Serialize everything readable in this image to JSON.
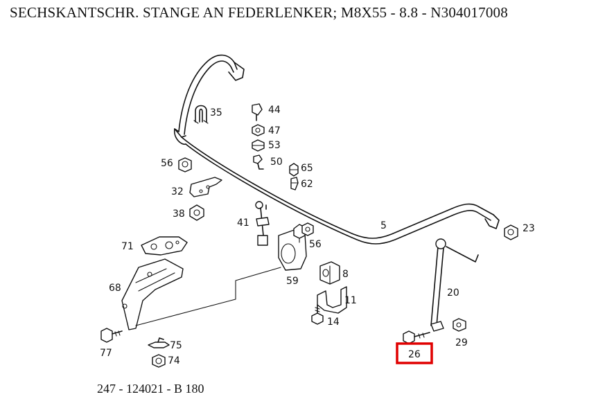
{
  "title": "SECHSKANTSCHR. STANGE AN FEDERLENKER; M8X55 - 8.8 - N304017008",
  "footer": "247 - 124021 - B 180",
  "highlight_color": "#e00000",
  "highlighted_part": "26",
  "parts": [
    {
      "id": "p35",
      "label": "35"
    },
    {
      "id": "p44",
      "label": "44"
    },
    {
      "id": "p47",
      "label": "47"
    },
    {
      "id": "p53",
      "label": "53"
    },
    {
      "id": "p56a",
      "label": "56"
    },
    {
      "id": "p50",
      "label": "50"
    },
    {
      "id": "p65",
      "label": "65"
    },
    {
      "id": "p62",
      "label": "62"
    },
    {
      "id": "p32",
      "label": "32"
    },
    {
      "id": "p38",
      "label": "38"
    },
    {
      "id": "p41",
      "label": "41"
    },
    {
      "id": "p5",
      "label": "5"
    },
    {
      "id": "p23",
      "label": "23"
    },
    {
      "id": "p56b",
      "label": "56"
    },
    {
      "id": "p71",
      "label": "71"
    },
    {
      "id": "p59",
      "label": "59"
    },
    {
      "id": "p8",
      "label": "8"
    },
    {
      "id": "p68",
      "label": "68"
    },
    {
      "id": "p20",
      "label": "20"
    },
    {
      "id": "p11",
      "label": "11"
    },
    {
      "id": "p14",
      "label": "14"
    },
    {
      "id": "p29",
      "label": "29"
    },
    {
      "id": "p75",
      "label": "75"
    },
    {
      "id": "p26",
      "label": "26"
    },
    {
      "id": "p77",
      "label": "77"
    },
    {
      "id": "p74",
      "label": "74"
    }
  ]
}
